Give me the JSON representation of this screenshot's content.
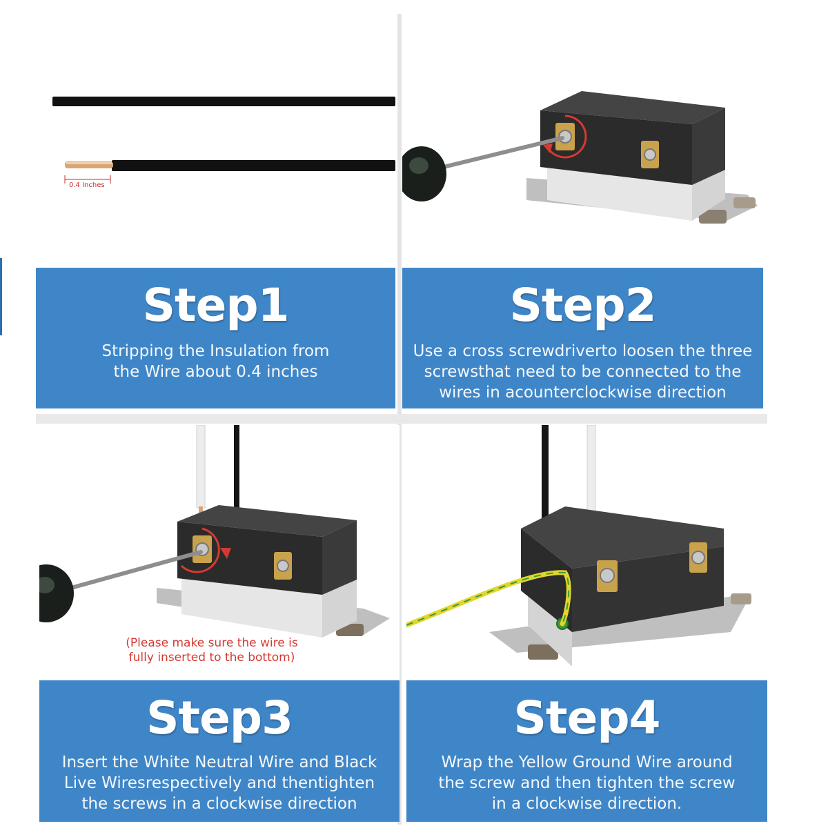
{
  "colors": {
    "band_blue": "#3f86c8",
    "highlight_red": "#d53a32",
    "wire_black": "#111111",
    "ground_yellow": "#e2d62a",
    "ground_green": "#3a9a3a"
  },
  "steps": [
    {
      "title": "Step1",
      "description": "Stripping the Insulation from\nthe Wire about 0.4 inches",
      "measure_label": "0.4 Inches"
    },
    {
      "title": "Step2",
      "description": "Use a cross screwdriverto loosen the three\nscrewsthat need to be connected to the\nwires in acounterclockwise direction"
    },
    {
      "title": "Step3",
      "description": "Insert the White Neutral Wire and Black\nLive Wiresrespectively and thentighten\nthe screws in a clockwise direction",
      "note": "(Please make sure the wire is\nfully inserted to the bottom)"
    },
    {
      "title": "Step4",
      "description": "Wrap the Yellow Ground Wire around\nthe screw and then tighten the screw\nin a clockwise direction."
    }
  ]
}
